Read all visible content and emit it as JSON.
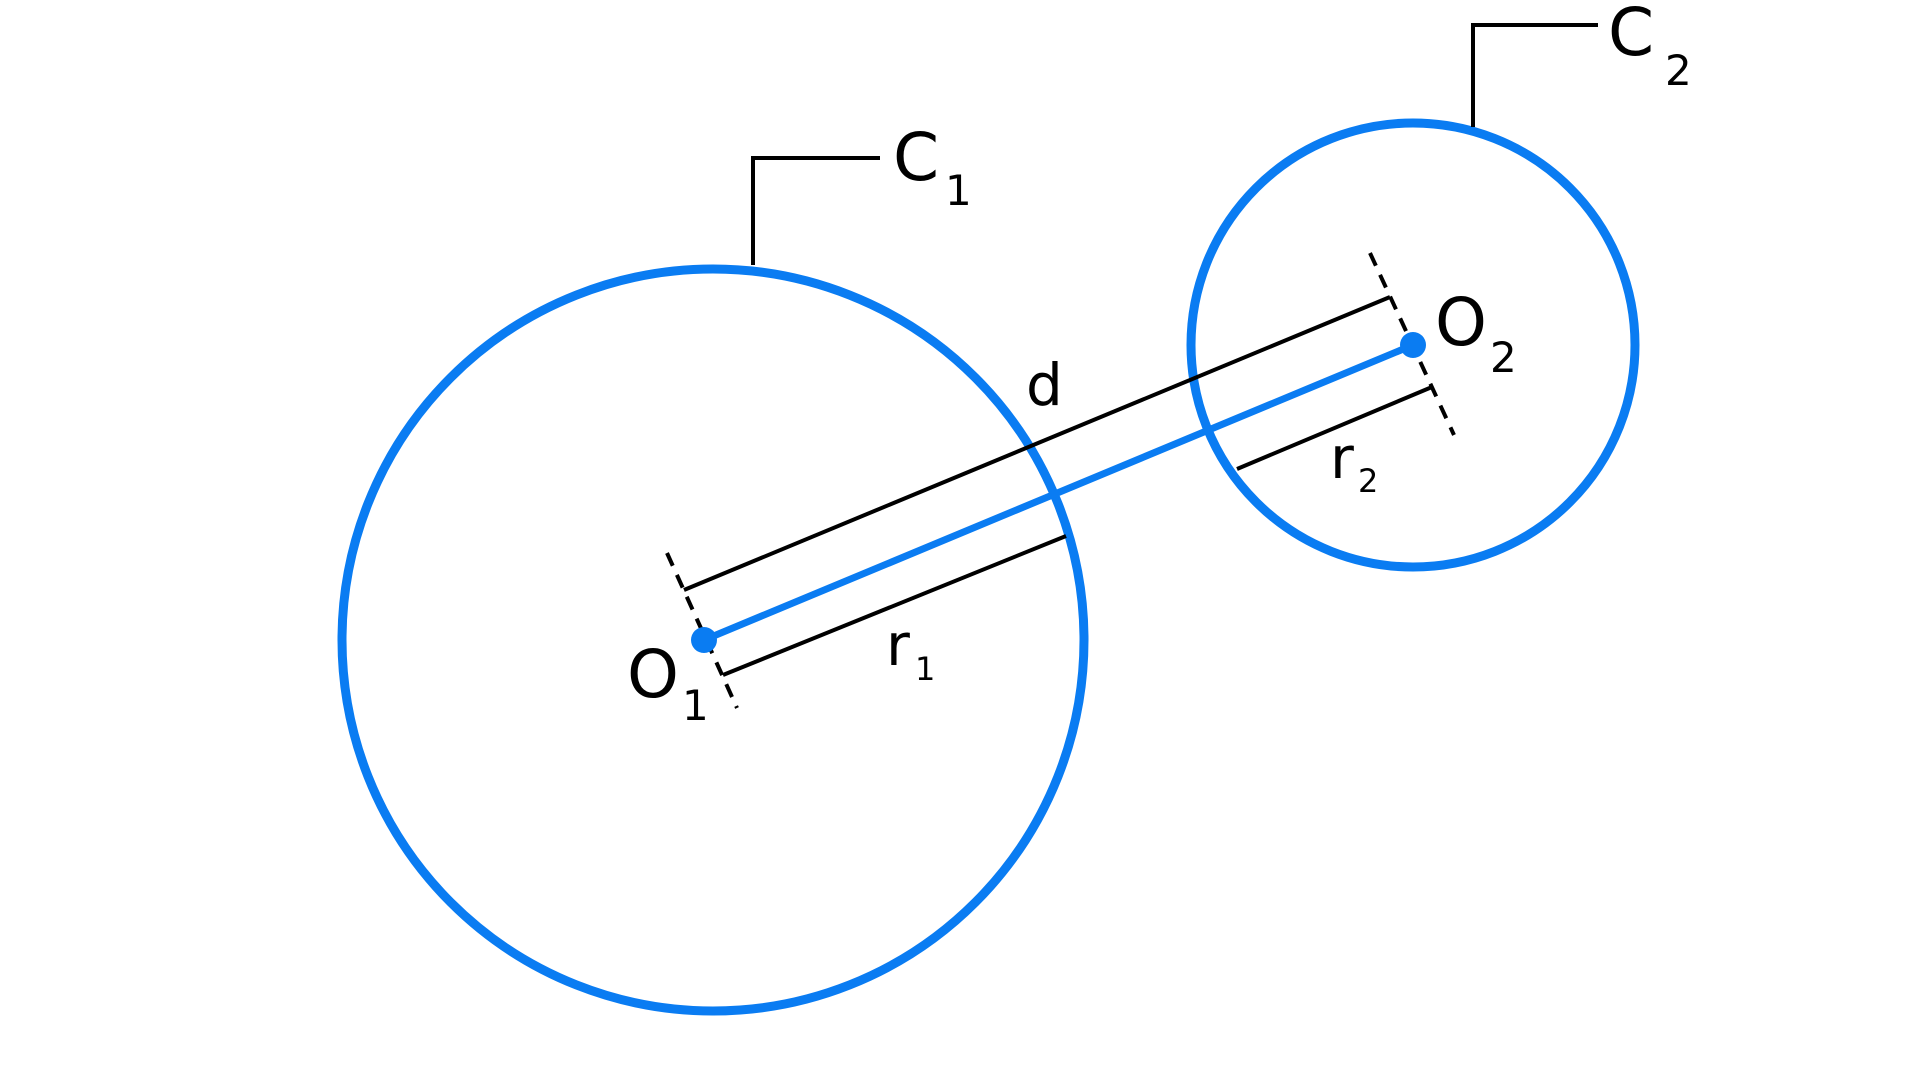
{
  "colors": {
    "circle": "#0A7CF2",
    "line": "#000000",
    "text": "#000000",
    "background": "#FFFFFF"
  },
  "labels": {
    "c1": {
      "main": "C",
      "sub": "1"
    },
    "c2": {
      "main": "C",
      "sub": "2"
    },
    "o1": {
      "main": "O",
      "sub": "1"
    },
    "o2": {
      "main": "O",
      "sub": "2"
    },
    "d": "d",
    "r1": {
      "main": "r",
      "sub": "1"
    },
    "r2": {
      "main": "r",
      "sub": "2"
    }
  }
}
